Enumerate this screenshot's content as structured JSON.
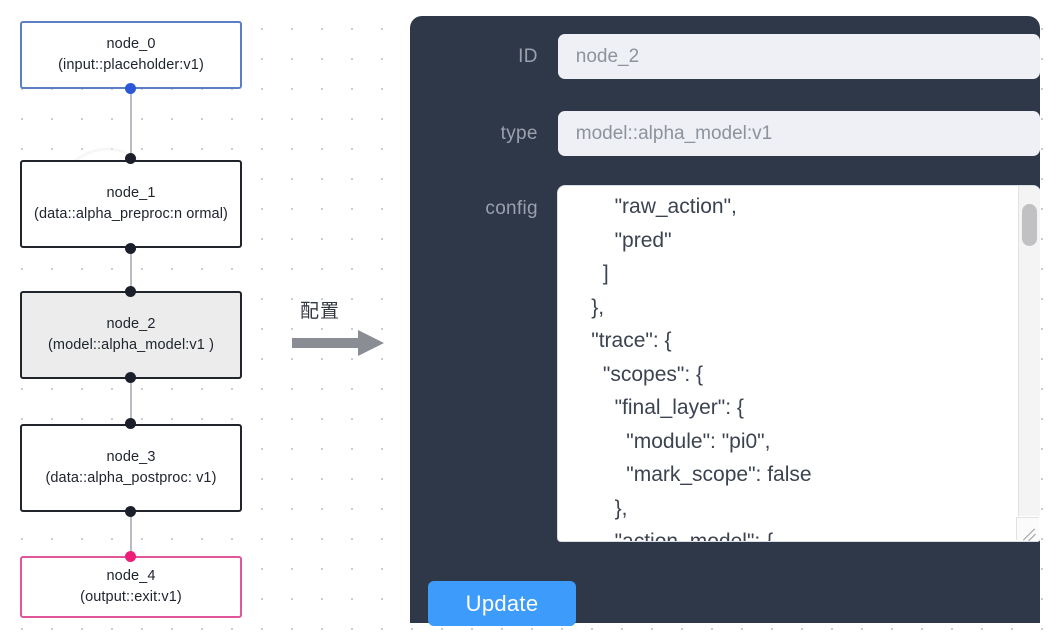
{
  "canvas": {
    "background_color": "#ffffff",
    "dot_color": "#c9ccd6"
  },
  "graph": {
    "nodes": [
      {
        "id": "node_0",
        "title": "node_0",
        "subtitle": "(input::placeholder:v1)",
        "kind": "input",
        "border_color": "#5b7fc4",
        "fill_color": "#ffffff",
        "selected": false
      },
      {
        "id": "node_1",
        "title": "node_1",
        "subtitle": "(data::alpha_preproc:n\normal)",
        "kind": "plain",
        "border_color": "#22242c",
        "fill_color": "#ffffff",
        "selected": false
      },
      {
        "id": "node_2",
        "title": "node_2",
        "subtitle": "(model::alpha_model:v1\n)",
        "kind": "selected",
        "border_color": "#22242c",
        "fill_color": "#ececed",
        "selected": true
      },
      {
        "id": "node_3",
        "title": "node_3",
        "subtitle": "(data::alpha_postproc:\nv1)",
        "kind": "plain",
        "border_color": "#22242c",
        "fill_color": "#ffffff",
        "selected": false
      },
      {
        "id": "node_4",
        "title": "node_4",
        "subtitle": "(output::exit:v1)",
        "kind": "output",
        "border_color": "#e0569a",
        "fill_color": "#ffffff",
        "selected": false
      }
    ],
    "edge_color": "#b8bbc0",
    "port_colors": {
      "default": "#1b1f2b",
      "input": "#2b56d8",
      "output": "#ec1e79"
    }
  },
  "arrow": {
    "caption": "配置",
    "color": "#8a8d94"
  },
  "panel": {
    "background_color": "#2f3849",
    "fields": [
      {
        "key": "id",
        "label": "ID",
        "value": "node_2",
        "placeholder": "node_2"
      },
      {
        "key": "type",
        "label": "type",
        "value": "model::alpha_model:v1",
        "placeholder": "model::alpha_model:v1"
      }
    ],
    "config": {
      "label": "config",
      "value": "        \"raw_action\",\n        \"pred\"\n      ]\n    },\n    \"trace\": {\n      \"scopes\": {\n        \"final_layer\": {\n          \"module\": \"pi0\",\n          \"mark_scope\": false\n        },\n        \"action_model\": {",
      "scroll_position": "near-top"
    },
    "update_button": {
      "label": "Update",
      "color": "#3d9bfc",
      "text_color": "#ffffff"
    }
  }
}
